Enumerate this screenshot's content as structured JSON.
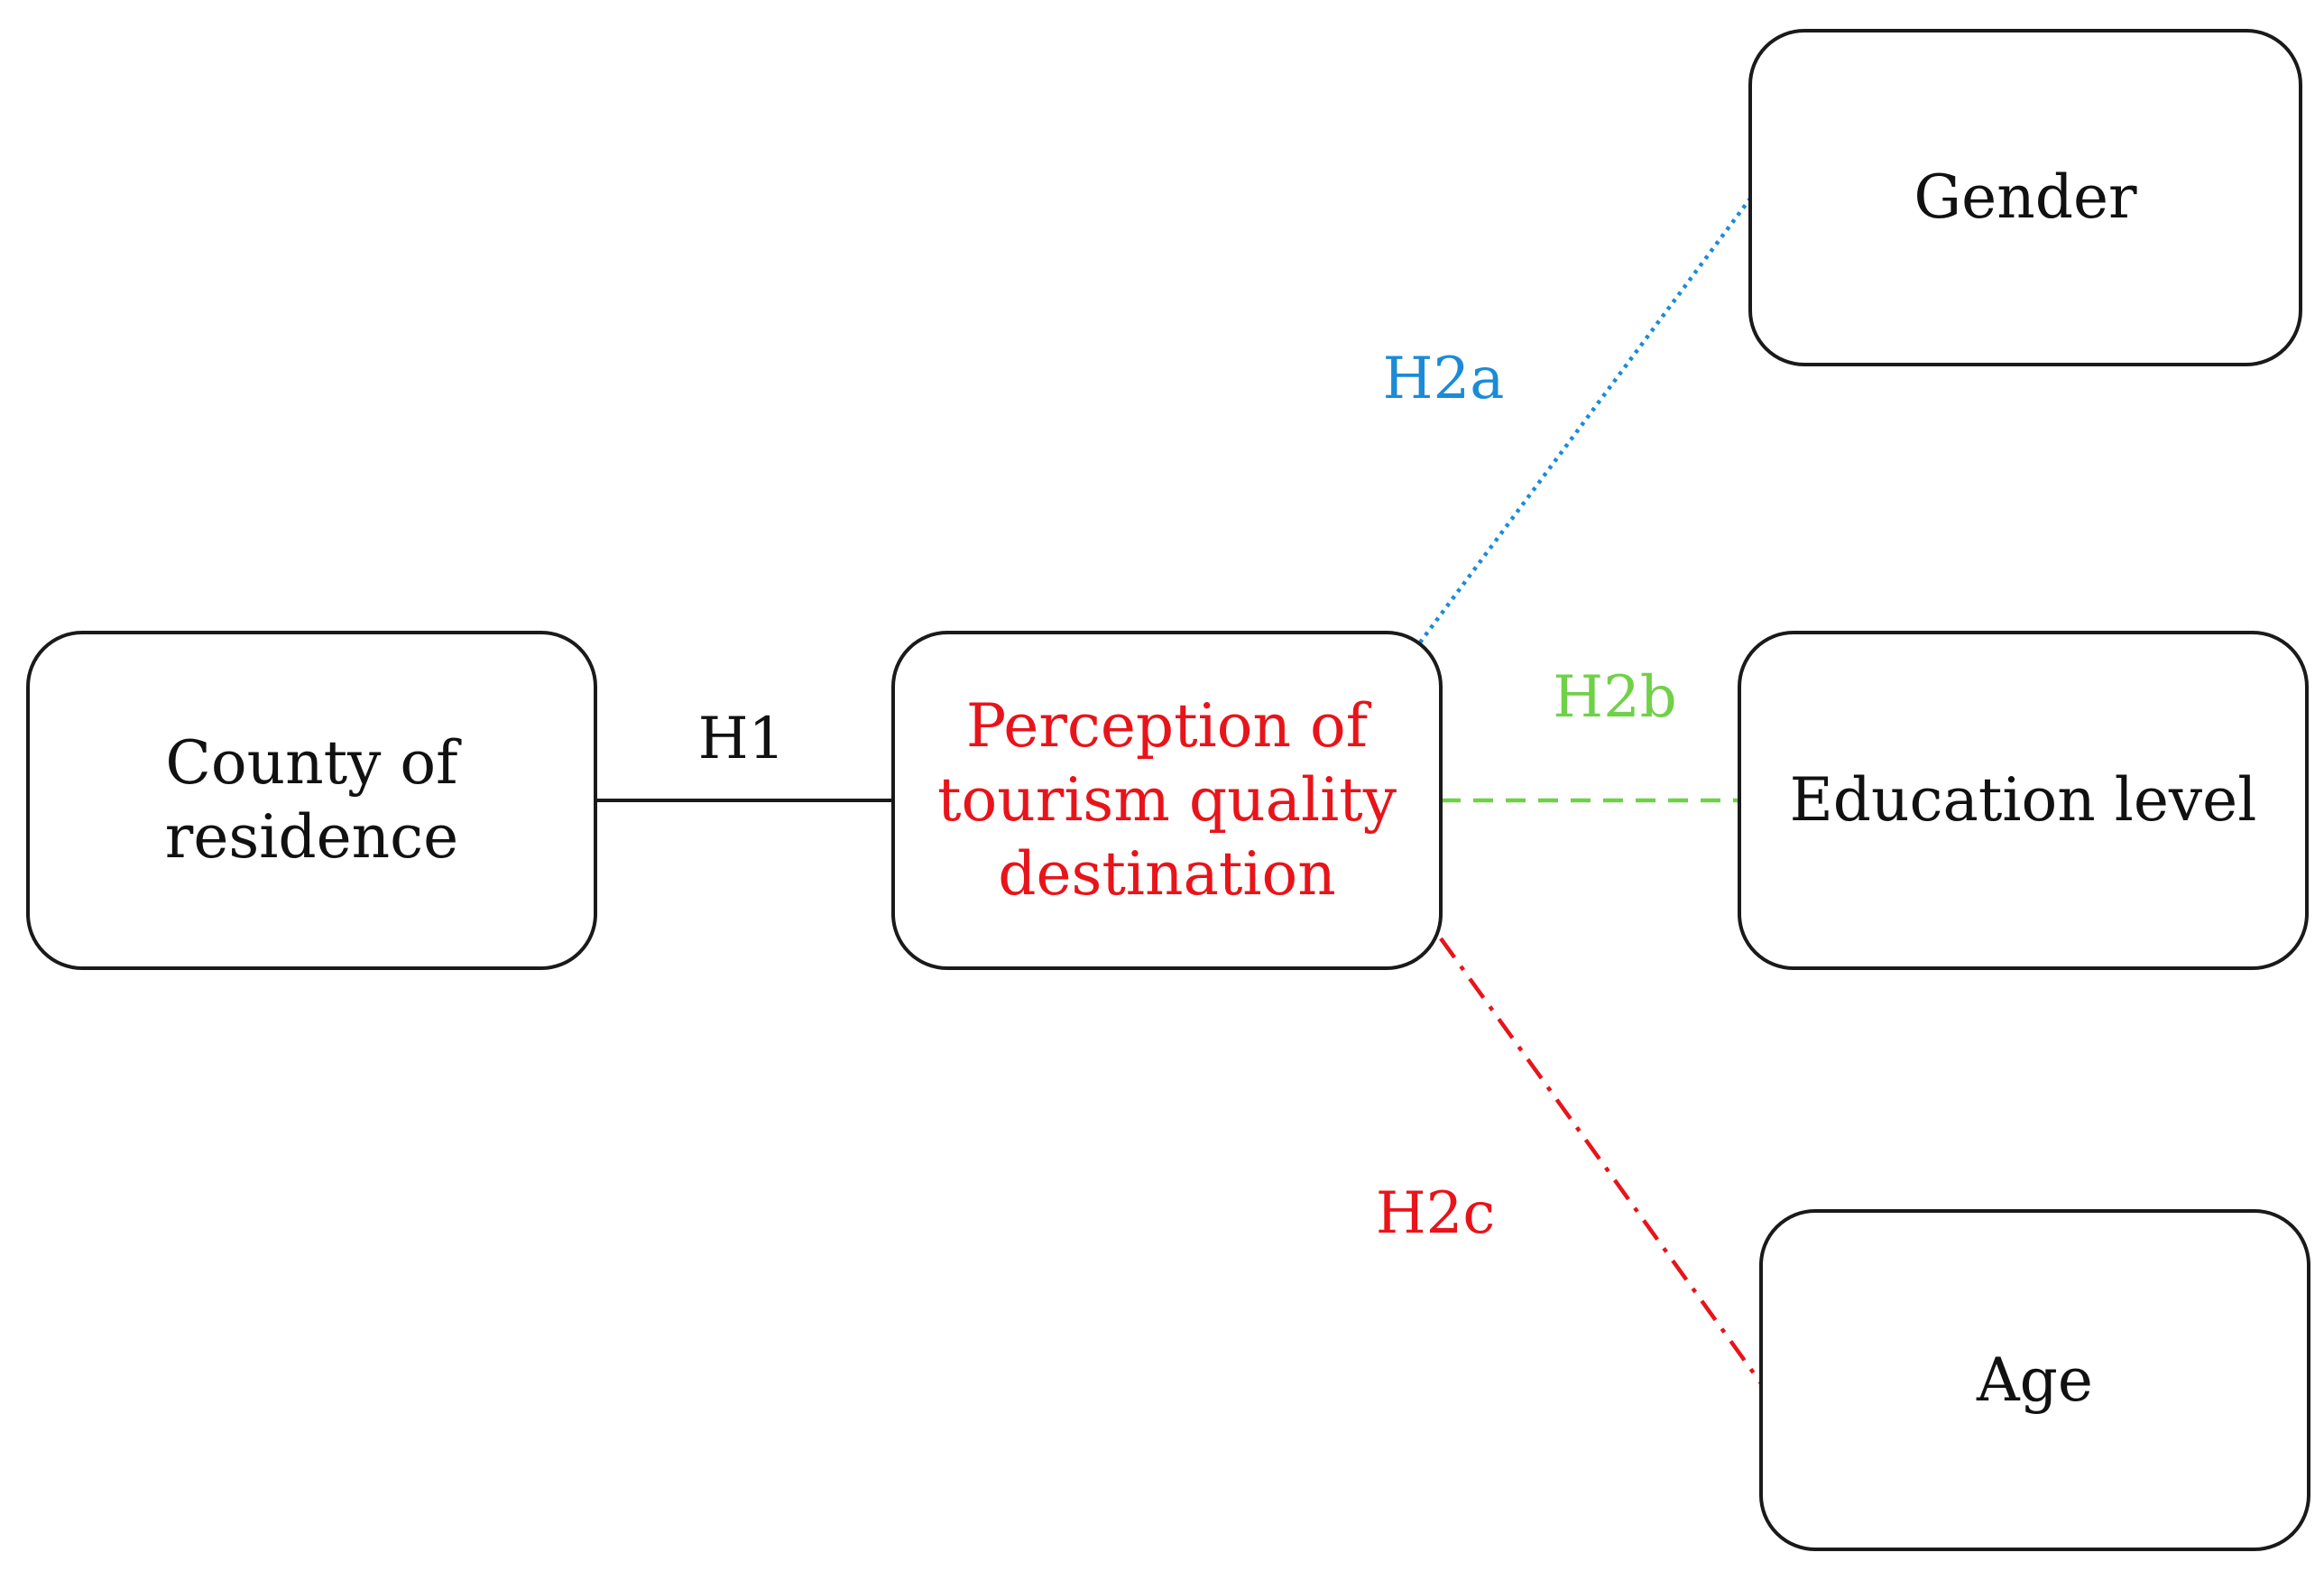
{
  "colors": {
    "h1_line": "#1a1a1a",
    "h2a": "#1b8bd6",
    "h2b": "#6fd147",
    "h2c": "#e8141a",
    "central_text": "#e8141a",
    "box_border": "#1a1a1a"
  },
  "boxes": {
    "county": {
      "line1": "County of",
      "line2": "residence"
    },
    "perception": {
      "line1": "Perception of",
      "line2": "tourism quality",
      "line3": "destination"
    },
    "gender": {
      "label": "Gender"
    },
    "education": {
      "label": "Education level"
    },
    "age": {
      "label": "Age"
    }
  },
  "hypotheses": {
    "h1": "H1",
    "h2a": "H2a",
    "h2b": "H2b",
    "h2c": "H2c"
  },
  "line_styles": {
    "h1": "solid",
    "h2a": "dotted",
    "h2b": "dashed",
    "h2c": "dash-dot"
  }
}
